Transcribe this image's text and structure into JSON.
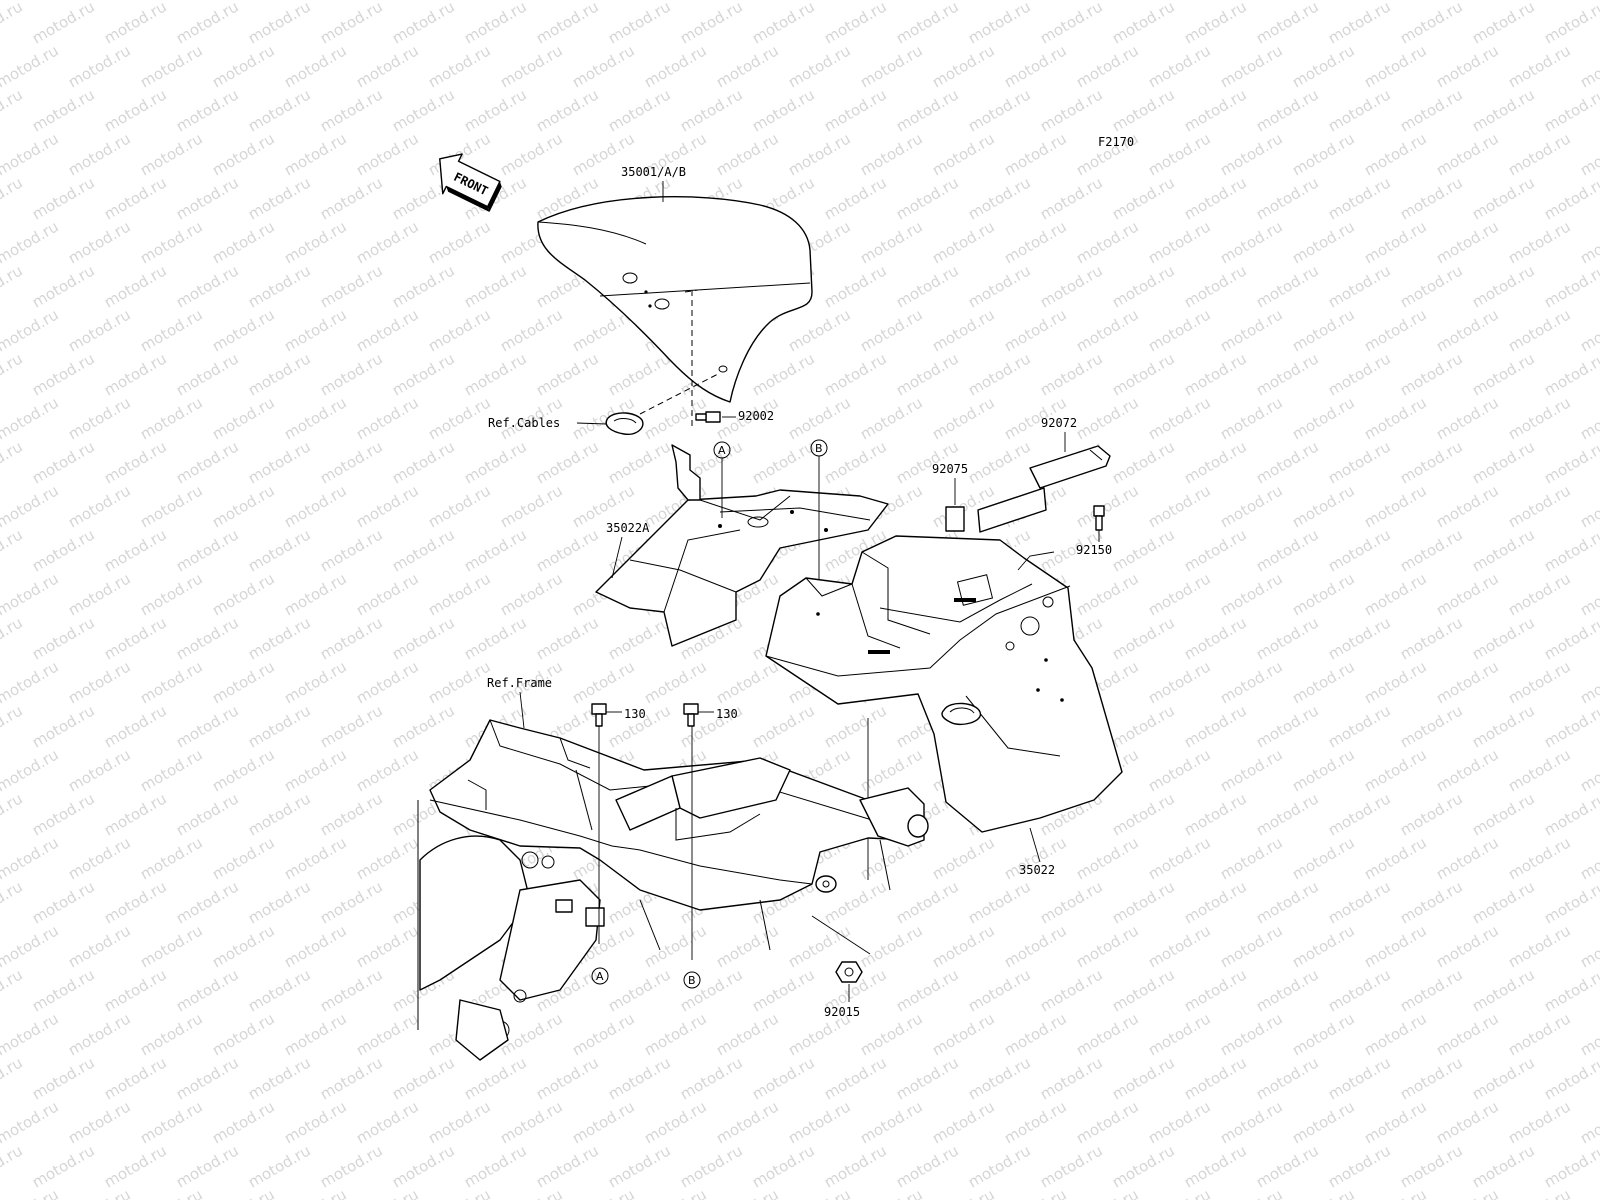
{
  "watermark": {
    "text": "motod.ru",
    "color": "#d6d6d6"
  },
  "figure_code": "F2170",
  "front_label": "FRONT",
  "callouts": [
    {
      "id": "front-fender",
      "label": "35001/A/B"
    },
    {
      "id": "ref-cables",
      "label": "Ref.Cables"
    },
    {
      "id": "bolt-92002",
      "label": "92002"
    },
    {
      "id": "band-92072",
      "label": "92072"
    },
    {
      "id": "pad-92075",
      "label": "92075"
    },
    {
      "id": "bolt-92150",
      "label": "92150"
    },
    {
      "id": "inner-fender-35022a",
      "label": "35022A"
    },
    {
      "id": "ref-frame",
      "label": "Ref.Frame"
    },
    {
      "id": "bolt-130-left",
      "label": "130"
    },
    {
      "id": "bolt-130-right",
      "label": "130"
    },
    {
      "id": "rear-fender-35022",
      "label": "35022"
    },
    {
      "id": "nut-92015",
      "label": "92015"
    }
  ],
  "markers": {
    "a": "A",
    "b": "B"
  }
}
